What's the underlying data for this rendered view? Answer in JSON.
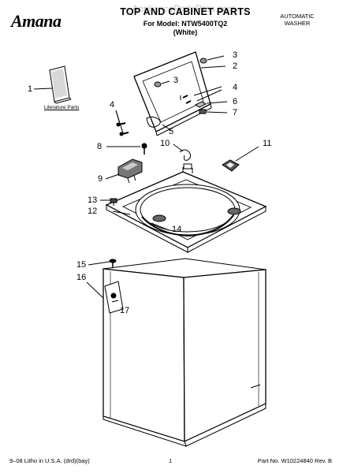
{
  "header": {
    "brand": "Amana",
    "watermark": "AppliancePartsPros.com",
    "title": "TOP AND CABINET PARTS",
    "model_line": "For Model: NTW5400TQ2",
    "color": "(White)",
    "product_type": "AUTOMATIC\nWASHER"
  },
  "callouts": {
    "c1": "1",
    "c2": "2",
    "c3a": "3",
    "c3b": "3",
    "c4a": "4",
    "c4b": "4",
    "c5": "5",
    "c6": "6",
    "c7": "7",
    "c8": "8",
    "c9": "9",
    "c10": "10",
    "c11": "11",
    "c12": "12",
    "c13": "13",
    "c14": "14",
    "c15": "15",
    "c16": "16",
    "c17": "17"
  },
  "literature_label": "Literature Parts",
  "footer": {
    "litho": "9–08 Litho in U.S.A. (drd)(bay)",
    "page": "1",
    "part_no": "Part No. W10224840 Rev. B"
  }
}
